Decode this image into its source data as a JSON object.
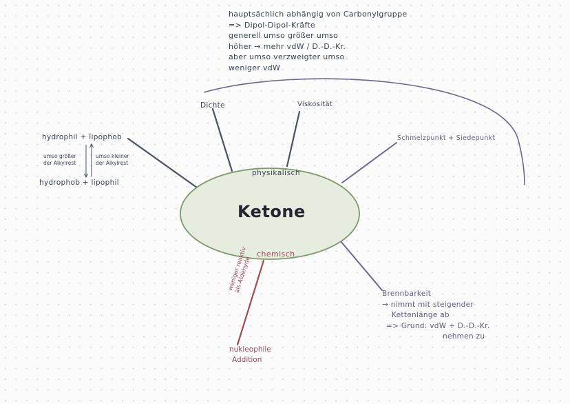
{
  "center": {
    "title": "Ketone",
    "physical_label": "physikalisch",
    "chemical_label": "chemisch"
  },
  "top_note": {
    "lines": [
      "hauptsächlich abhängig von Carbonylgruppe",
      "=> Dipol-Dipol-Kräfte",
      "generell umso größer umso",
      "höher → mehr vdW / D.-D.-Kr.",
      "aber umso verzweigter umso",
      "weniger vdW"
    ]
  },
  "branches": {
    "density": "Dichte",
    "viscosity": "Viskosität",
    "melting_boiling": "Schmelzpunkt + Siedepunkt",
    "hydrophil": "hydrophil + lipophob",
    "hydrophob": "hydrophob + lipophil",
    "larger_alkyl": [
      "umso größer",
      "der Alkylrest"
    ],
    "smaller_alkyl": [
      "umso kleiner",
      "der Alkylrest"
    ],
    "flammability": {
      "lines": [
        "Brennbarkeit",
        "→ nimmt mit steigender",
        "Kettenlänge ab",
        "=> Grund: vdW + D.-D.-Kr.",
        "nehmen zu"
      ]
    },
    "reactivity": [
      "weniger reaktiv",
      "als Aldehyde"
    ],
    "nucleophile": [
      "nukleophile",
      "Addition"
    ]
  },
  "colors": {
    "ellipse_fill": "#e6eddf",
    "ellipse_stroke": "#7c9a6a",
    "dark_ink": "#3b4258",
    "purple_ink": "#5f5a86",
    "red_ink": "#9a4a54"
  }
}
